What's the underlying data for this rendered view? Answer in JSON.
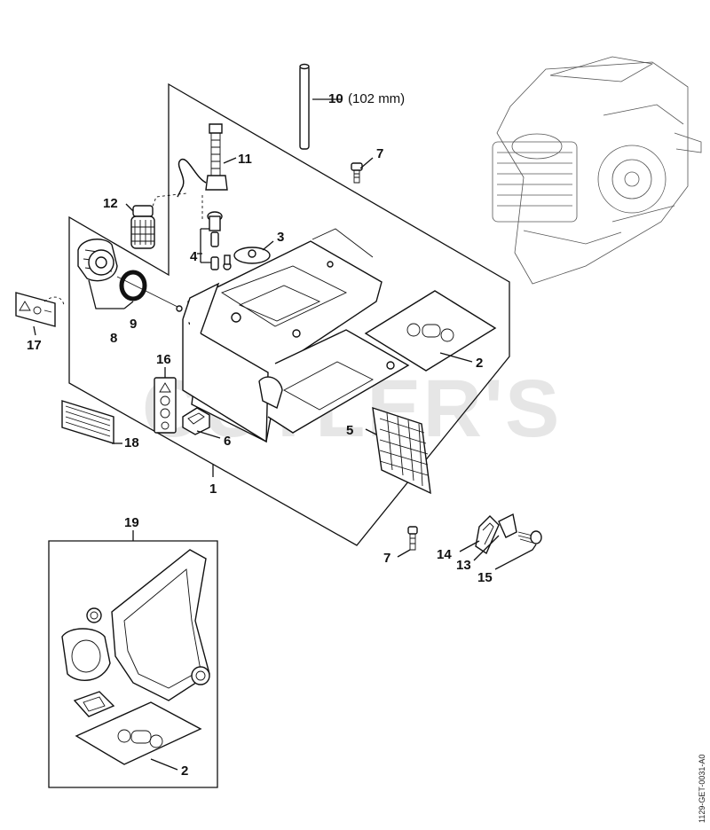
{
  "watermark": "CUTLER'S",
  "drawing_code": "1129-GET-0031-A0",
  "callouts": {
    "c1": "1",
    "c2a": "2",
    "c2b": "2",
    "c3": "3",
    "c4": "4",
    "c5": "5",
    "c6": "6",
    "c7a": "7",
    "c7b": "7",
    "c8": "8",
    "c9": "9",
    "c10": "10",
    "c10_note": "(102 mm)",
    "c11": "11",
    "c12": "12",
    "c13": "13",
    "c14": "14",
    "c15": "15",
    "c16": "16",
    "c17": "17",
    "c18": "18",
    "c19": "19"
  }
}
